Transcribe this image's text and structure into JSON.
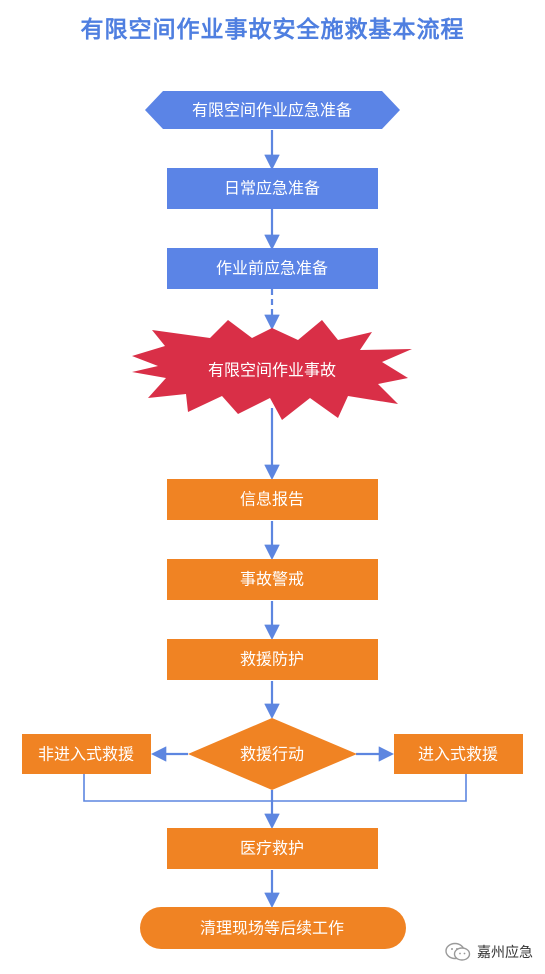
{
  "title": "有限空间作业事故安全施救基本流程",
  "colors": {
    "title": "#4f7fe0",
    "blue_box": "#5b84e6",
    "orange_box": "#f08323",
    "red_burst": "#d92f47",
    "connector": "#5d86e0"
  },
  "nodes": {
    "prep_header": "有限空间作业应急准备",
    "daily_prep": "日常应急准备",
    "pre_work_prep": "作业前应急准备",
    "accident": "有限空间作业事故",
    "info_report": "信息报告",
    "warning": "事故警戒",
    "protection": "救援防护",
    "rescue_action": "救援行动",
    "non_entry_rescue": "非进入式救援",
    "entry_rescue": "进入式救援",
    "medical": "医疗救护",
    "cleanup": "清理现场等后续工作"
  },
  "watermark": {
    "icon": "wechat-icon",
    "text": "嘉州应急"
  }
}
